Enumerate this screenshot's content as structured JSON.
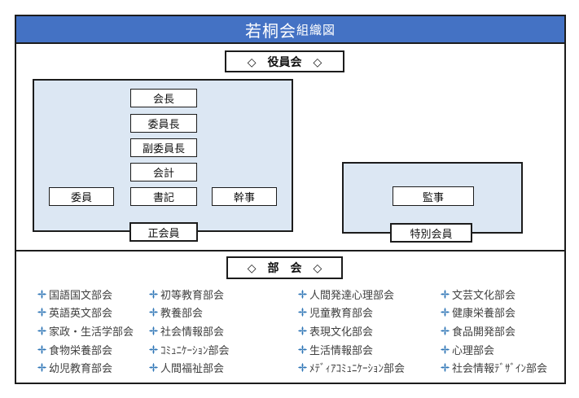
{
  "header": {
    "title_main": "若桐会",
    "title_sub": "組織図"
  },
  "officers": {
    "label": "◇　役員会　◇",
    "chain": [
      "会長",
      "委員長",
      "副委員長",
      "会計"
    ],
    "row": [
      "委員",
      "書記",
      "幹事"
    ],
    "main_footer": "正会員",
    "auditor": "監事",
    "auditor_footer": "特別会員"
  },
  "clubs": {
    "label": "◇　部　会　◇",
    "columns": [
      [
        "国語国文部会",
        "英語英文部会",
        "家政・生活学部会",
        "食物栄養部会",
        "幼児教育部会"
      ],
      [
        "初等教育部会",
        "教養部会",
        "社会情報部会",
        "ｺﾐｭﾆｹｰｼｮﾝ部会",
        "人間福祉部会"
      ],
      [
        "人間発達心理部会",
        "児童教育部会",
        "表現文化部会",
        "生活情報部会",
        "ﾒﾃﾞｨｱｺﾐｭﾆｹｰｼｮﾝ部会"
      ],
      [
        "文芸文化部会",
        "健康栄養部会",
        "食品開発部会",
        "心理部会",
        "社会情報ﾃﾞｻﾞｲﾝ部会"
      ]
    ]
  },
  "colors": {
    "header_bg": "#4472C4",
    "header_text": "#FFFFFF",
    "panel_bg": "#DCE7F3",
    "border": "#1C1C1C",
    "bullet": "#2E75B6",
    "club_text": "#404040"
  },
  "icons": {
    "bullet": "four-petal-cross-icon"
  }
}
